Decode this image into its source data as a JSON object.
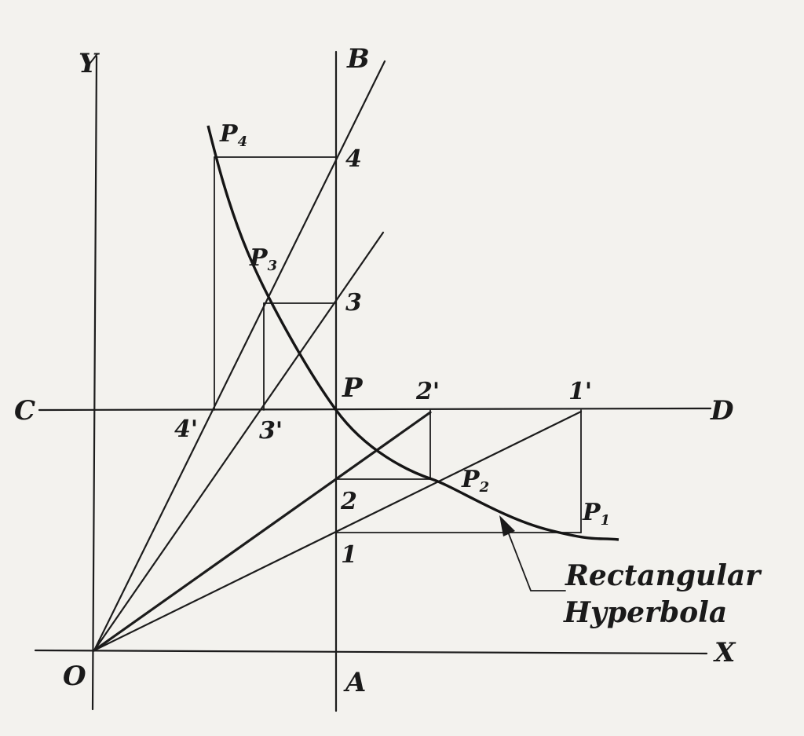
{
  "diagram": {
    "axes": {
      "y": "Y",
      "x": "X",
      "origin": "O"
    },
    "points": {
      "a": "A",
      "b": "B",
      "c": "C",
      "d": "D",
      "p": "P",
      "one": "1",
      "two": "2",
      "three": "3",
      "four": "4",
      "one_prime": "1'",
      "two_prime": "2'",
      "three_prime": "3'",
      "four_prime": "4'",
      "p1": "P",
      "p1_sub": "1",
      "p2": "P",
      "p2_sub": "2",
      "p3": "P",
      "p3_sub": "3",
      "p4": "P",
      "p4_sub": "4"
    },
    "annotation": {
      "line1": "Rectangular",
      "line2": "Hyperbola"
    }
  }
}
